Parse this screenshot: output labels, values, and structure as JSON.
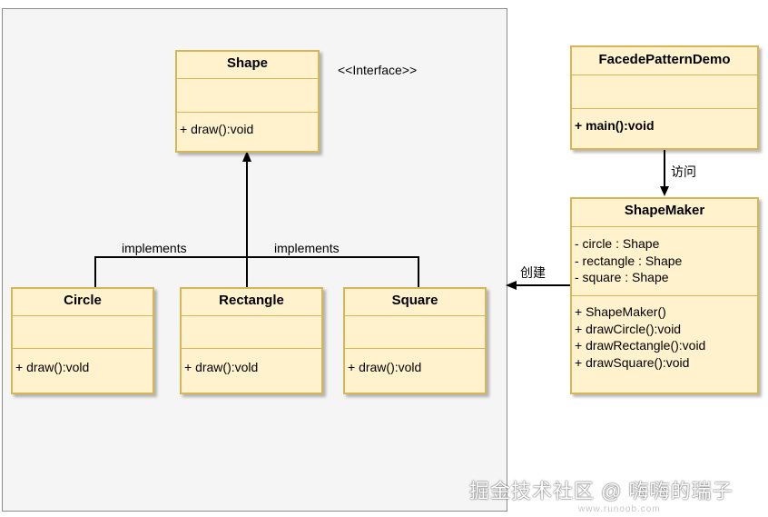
{
  "diagram": {
    "shape": {
      "title": "Shape",
      "stereotype": "<<Interface>>",
      "methods": [
        "+ draw():void"
      ]
    },
    "circle": {
      "title": "Circle",
      "methods": [
        "+ draw():vold"
      ]
    },
    "rectangle": {
      "title": "Rectangle",
      "methods": [
        "+ draw():vold"
      ]
    },
    "square": {
      "title": "Square",
      "methods": [
        "+ draw():vold"
      ]
    },
    "facade_demo": {
      "title": "FacedePatternDemo",
      "methods": [
        "+ main():void"
      ]
    },
    "shape_maker": {
      "title": "ShapeMaker",
      "fields": [
        "- circle : Shape",
        "- rectangle : Shape",
        "- square : Shape"
      ],
      "methods": [
        "+ ShapeMaker()",
        "+ drawCircle():void",
        "+ drawRectangle():void",
        "+ drawSquare():void"
      ]
    },
    "edge_labels": {
      "implements_left": "implements",
      "implements_right": "implements",
      "access": "访问",
      "create": "创建"
    }
  },
  "watermark": {
    "text": "掘金技术社区 @ 嗨嗨的瑞子",
    "url": "www.runoob.com"
  }
}
